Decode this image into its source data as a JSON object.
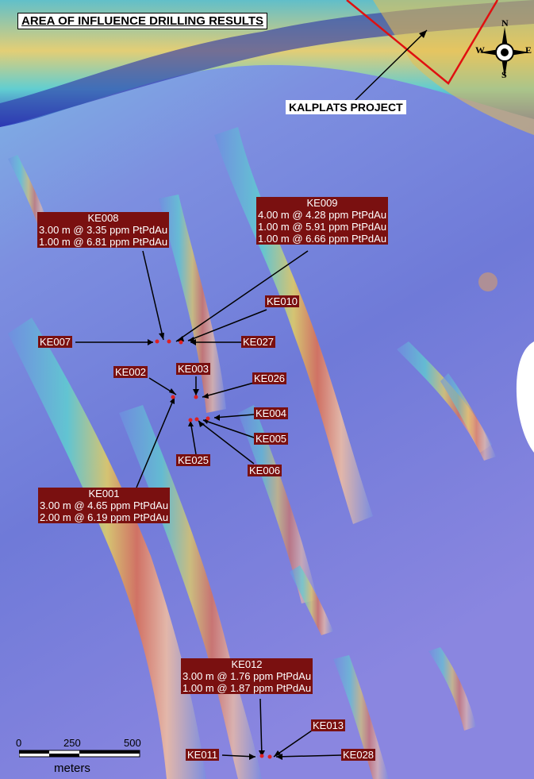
{
  "title": "AREA OF INFLUENCE DRILLING RESULTS",
  "project_label": "KALPLATS PROJECT",
  "compass": {
    "n": "N",
    "s": "S",
    "e": "E",
    "w": "W"
  },
  "scale": {
    "t0": "0",
    "t1": "250",
    "t2": "500",
    "unit": "meters"
  },
  "labels": {
    "ke008": {
      "name": "KE008",
      "r1": "3.00 m @ 3.35 ppm  PtPdAu",
      "r2": "1.00 m @ 6.81 ppm  PtPdAu"
    },
    "ke009": {
      "name": "KE009",
      "r1": "4.00 m @ 4.28 ppm  PtPdAu",
      "r2": "1.00 m @ 5.91 ppm  PtPdAu",
      "r3": "1.00 m @ 6.66 ppm  PtPdAu"
    },
    "ke010": "KE010",
    "ke007": "KE007",
    "ke027": "KE027",
    "ke002": "KE002",
    "ke003": "KE003",
    "ke026": "KE026",
    "ke004": "KE004",
    "ke005": "KE005",
    "ke025": "KE025",
    "ke006": "KE006",
    "ke001": {
      "name": "KE001",
      "r1": "3.00 m @ 4.65 ppm  PtPdAu",
      "r2": "2.00 m @ 6.19 ppm  PtPdAu"
    },
    "ke012": {
      "name": "KE012",
      "r1": "3.00 m @ 1.76 ppm  PtPdAu",
      "r2": "1.00 m @ 1.87 ppm  PtPdAu"
    },
    "ke013": "KE013",
    "ke011": "KE011",
    "ke028": "KE028"
  },
  "colors": {
    "label_bg": "#7a1010",
    "boundary": "#e01010",
    "collar": "#e02020"
  }
}
